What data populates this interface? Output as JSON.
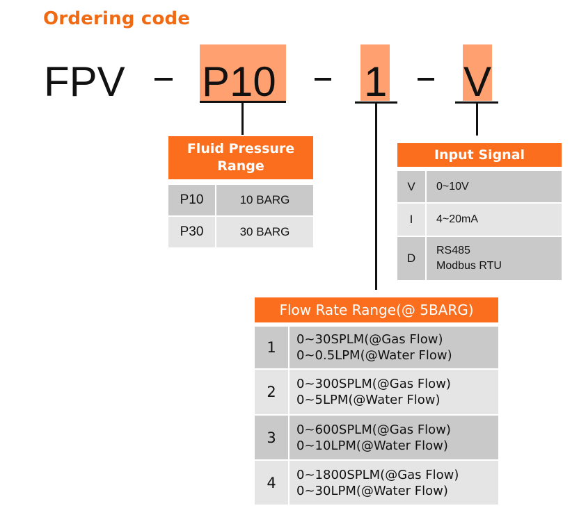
{
  "title": "Ordering code",
  "code": {
    "prefix": "FPV",
    "separator": "-",
    "segments": [
      "P10",
      "1",
      "V"
    ]
  },
  "colors": {
    "accent": "#f06a14",
    "header_bg": "#fb6e1e",
    "highlight": "#ffa070",
    "row_dark": "#c9c9c9",
    "row_light": "#e5e5e5"
  },
  "fluid_pressure": {
    "header_line1": "Fluid Pressure",
    "header_line2": "Range",
    "rows": [
      {
        "code": "P10",
        "value": "10 BARG"
      },
      {
        "code": "P30",
        "value": "30 BARG"
      }
    ]
  },
  "input_signal": {
    "header": "Input Signal",
    "rows": [
      {
        "code": "V",
        "line1": "0~10V",
        "line2": ""
      },
      {
        "code": "I",
        "line1": "4~20mA",
        "line2": ""
      },
      {
        "code": "D",
        "line1": "RS485",
        "line2": "Modbus RTU"
      }
    ]
  },
  "flow_rate": {
    "header": "Flow Rate Range(@ 5BARG)",
    "rows": [
      {
        "code": "1",
        "gas": "0~30SPLM(@Gas Flow)",
        "water": "0~0.5LPM(@Water Flow)"
      },
      {
        "code": "2",
        "gas": "0~300SPLM(@Gas Flow)",
        "water": "0~5LPM(@Water Flow)"
      },
      {
        "code": "3",
        "gas": "0~600SPLM(@Gas Flow)",
        "water": "0~10LPM(@Water Flow)"
      },
      {
        "code": "4",
        "gas": "0~1800SPLM(@Gas Flow)",
        "water": "0~30LPM(@Water Flow)"
      }
    ]
  }
}
